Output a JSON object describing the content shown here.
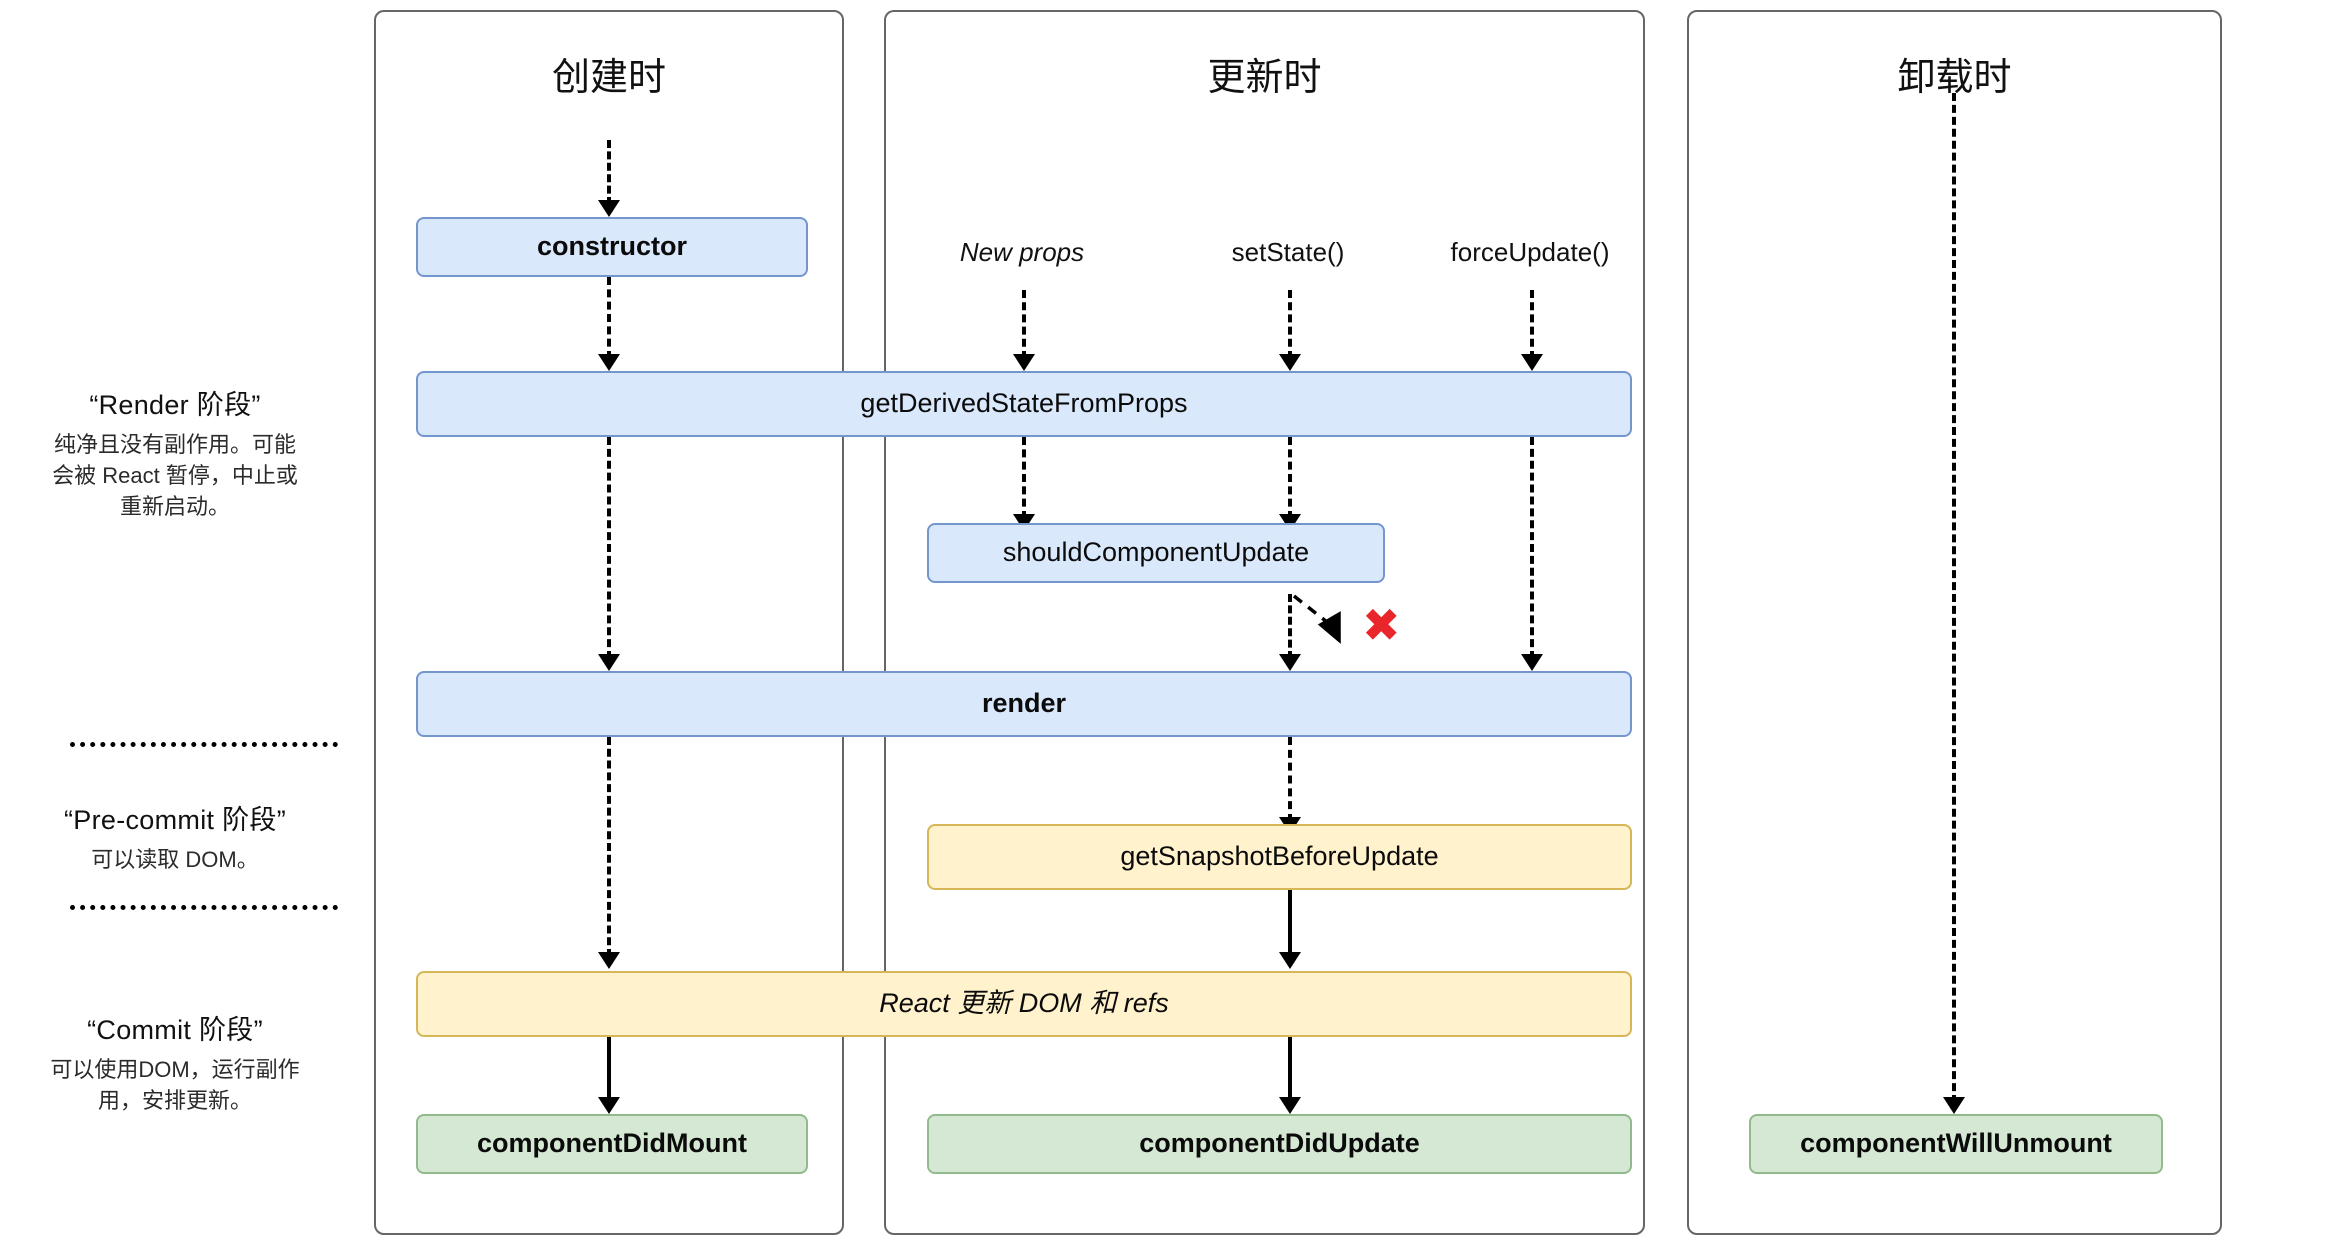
{
  "phases": [
    {
      "id": "render",
      "title": "“Render 阶段”",
      "desc": "纯净且没有副作用。可能会被 React 暂停，中止或重新启动。"
    },
    {
      "id": "pre-commit",
      "title": "“Pre-commit 阶段”",
      "desc": "可以读取 DOM。"
    },
    {
      "id": "commit",
      "title": "“Commit 阶段”",
      "desc": "可以使用DOM，运行副作用，安排更新。"
    }
  ],
  "columns": [
    {
      "id": "mounting",
      "title": "创建时"
    },
    {
      "id": "updating",
      "title": "更新时"
    },
    {
      "id": "unmounting",
      "title": "卸载时"
    }
  ],
  "triggers": [
    {
      "id": "new-props",
      "label": "New props",
      "italic": true
    },
    {
      "id": "set-state",
      "label": "setState()",
      "italic": false
    },
    {
      "id": "force-update",
      "label": "forceUpdate()",
      "italic": false
    }
  ],
  "nodes": {
    "constructor": "constructor",
    "get_derived_state_from_props": "getDerivedStateFromProps",
    "should_component_update": "shouldComponentUpdate",
    "render": "render",
    "get_snapshot_before_update": "getSnapshotBeforeUpdate",
    "react_updates_dom": "React 更新 DOM 和 refs",
    "component_did_mount": "componentDidMount",
    "component_did_update": "componentDidUpdate",
    "component_will_unmount": "componentWillUnmount"
  },
  "markers": {
    "abort": "✖"
  },
  "colors": {
    "blue_fill": "#dae8fc",
    "blue_stroke": "#7396cd",
    "yellow_fill": "#fff2cc",
    "yellow_stroke": "#d6b656",
    "green_fill": "#d5e8d4",
    "green_stroke": "#93ba8d",
    "panel_fill_top": "#f4f4f4",
    "panel_stroke": "#666666",
    "abort_red": "#e8262b"
  }
}
